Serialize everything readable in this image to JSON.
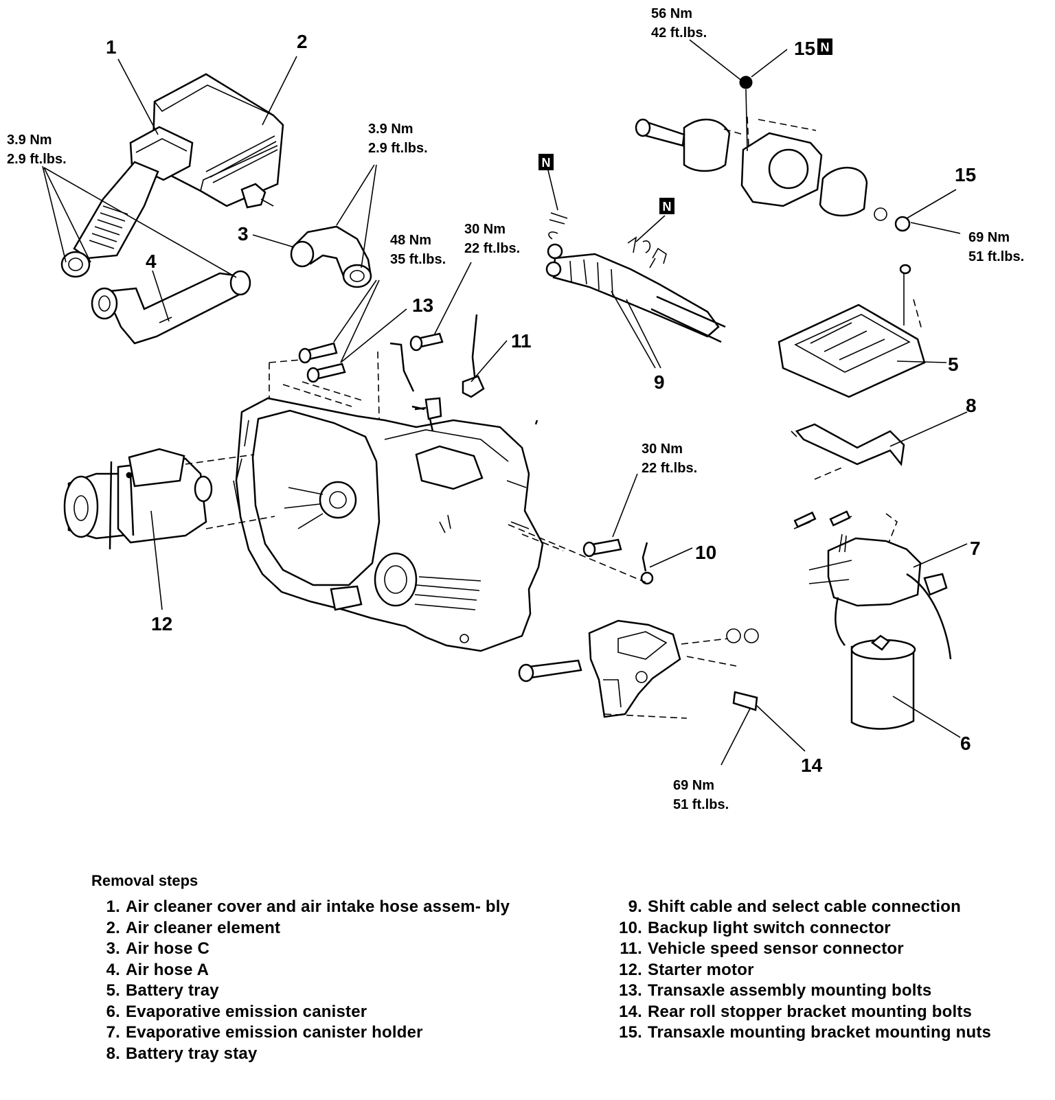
{
  "callouts": {
    "c1": "1",
    "c2": "2",
    "c3": "3",
    "c4": "4",
    "c5": "5",
    "c6": "6",
    "c7": "7",
    "c8": "8",
    "c9": "9",
    "c10": "10",
    "c11": "11",
    "c12": "12",
    "c13": "13",
    "c14": "14",
    "c15_top": "15",
    "c15_right": "15",
    "n_badge": "N"
  },
  "torque_specs": {
    "t_56": [
      "56 Nm",
      "42 ft.lbs."
    ],
    "t_39_left": [
      "3.9 Nm",
      "2.9 ft.lbs."
    ],
    "t_39_mid": [
      "3.9 Nm",
      "2.9 ft.lbs."
    ],
    "t_48": [
      "48 Nm",
      "35 ft.lbs."
    ],
    "t_30_top": [
      "30 Nm",
      "22 ft.lbs."
    ],
    "t_30_mid": [
      "30 Nm",
      "22 ft.lbs."
    ],
    "t_69_right": [
      "69 Nm",
      "51 ft.lbs."
    ],
    "t_69_bottom": [
      "69 Nm",
      "51 ft.lbs."
    ]
  },
  "legend": {
    "title": "Removal steps",
    "left_items": [
      {
        "num": "1.",
        "text": "Air cleaner cover and air intake hose assem- bly"
      },
      {
        "num": "2.",
        "text": "Air cleaner element"
      },
      {
        "num": "3.",
        "text": "Air hose C"
      },
      {
        "num": "4.",
        "text": "Air hose A"
      },
      {
        "num": "5.",
        "text": "Battery tray"
      },
      {
        "num": "6.",
        "text": "Evaporative emission canister"
      },
      {
        "num": "7.",
        "text": "Evaporative emission canister holder"
      },
      {
        "num": "8.",
        "text": "Battery tray stay"
      }
    ],
    "right_items": [
      {
        "num": "9.",
        "text": "Shift cable and select cable connection"
      },
      {
        "num": "10.",
        "text": "Backup light switch connector"
      },
      {
        "num": "11.",
        "text": "Vehicle speed sensor connector"
      },
      {
        "num": "12.",
        "text": "Starter motor"
      },
      {
        "num": "13.",
        "text": "Transaxle assembly mounting bolts"
      },
      {
        "num": "14.",
        "text": "Rear roll stopper bracket mounting bolts"
      },
      {
        "num": "15.",
        "text": "Transaxle mounting bracket mounting nuts"
      }
    ]
  }
}
